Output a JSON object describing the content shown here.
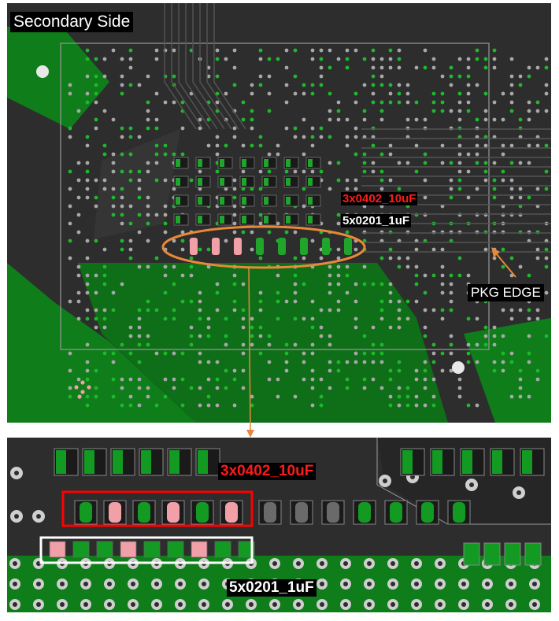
{
  "labels": {
    "view_title": "Secondary Side",
    "pkg_edge": "PKG EDGE",
    "cap_10uf": "3x0402_10uF",
    "cap_1uf": "5x0201_1uF"
  },
  "colors": {
    "board": "#2d2d2d",
    "copper_green": "#0e7d1a",
    "highlight_red": "#ff0000",
    "highlight_white": "#ffffff",
    "callout_orange": "#e8883a",
    "pad_pink": "#f2a0a8"
  }
}
